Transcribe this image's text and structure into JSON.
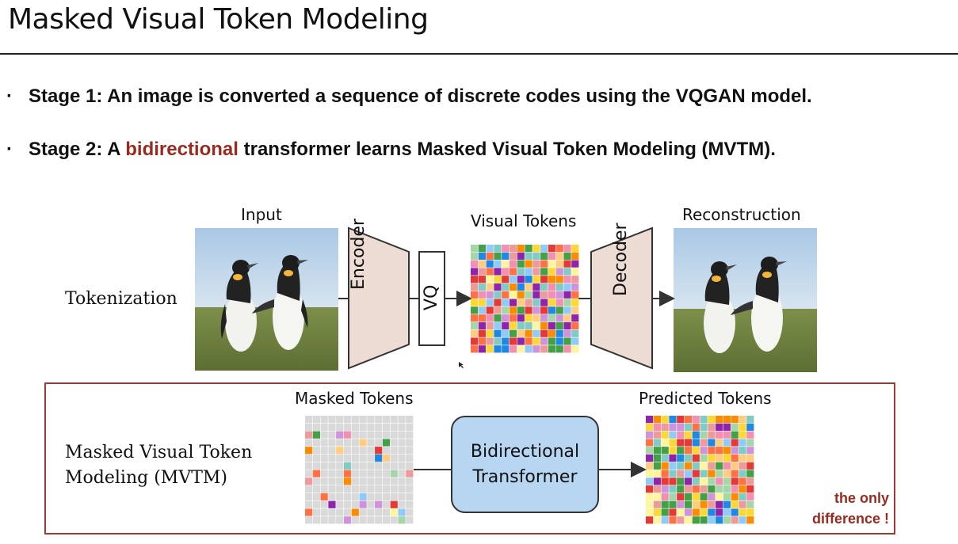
{
  "slide": {
    "title": "Masked Visual Token Modeling",
    "bullets": [
      {
        "marker": "·",
        "prefix": "Stage 1: An image is converted a sequence of discrete codes using the VQGAN model.",
        "highlight": "",
        "suffix": ""
      },
      {
        "marker": "·",
        "prefix": "Stage 2: A ",
        "highlight": "bidirectional",
        "suffix": " transformer learns Masked Visual Token Modeling (MVTM)."
      }
    ],
    "highlight_color": "#9b2a1e"
  },
  "diagram": {
    "tokenization": {
      "row_label": "Tokenization",
      "input_label": "Input",
      "encoder_label": "Encoder",
      "vq_label": "VQ",
      "visual_tokens_label": "Visual Tokens",
      "decoder_label": "Decoder",
      "reconstruction_label": "Reconstruction"
    },
    "mvtm": {
      "row_label_line1": "Masked Visual Token",
      "row_label_line2": "Modeling (MVTM)",
      "masked_tokens_label": "Masked Tokens",
      "transformer_line1": "Bidirectional",
      "transformer_line2": "Transformer",
      "predicted_tokens_label": "Predicted Tokens",
      "note_line1": "the only",
      "note_line2": "difference !"
    },
    "colors": {
      "box_fill": "#ecdcd3",
      "transformer_fill": "#b7d6f2",
      "frame": "#9b3a33",
      "token_palette": [
        "#e53935",
        "#fb8c00",
        "#fdd835",
        "#43a047",
        "#1e88e5",
        "#8e24aa",
        "#f48fb1",
        "#90caf9",
        "#a5d6a7",
        "#ffcc80",
        "#ce93d8",
        "#ef9a9a",
        "#fff59d",
        "#80cbc4",
        "#ff7043"
      ],
      "mask_gray": "#d9d9d9"
    }
  }
}
